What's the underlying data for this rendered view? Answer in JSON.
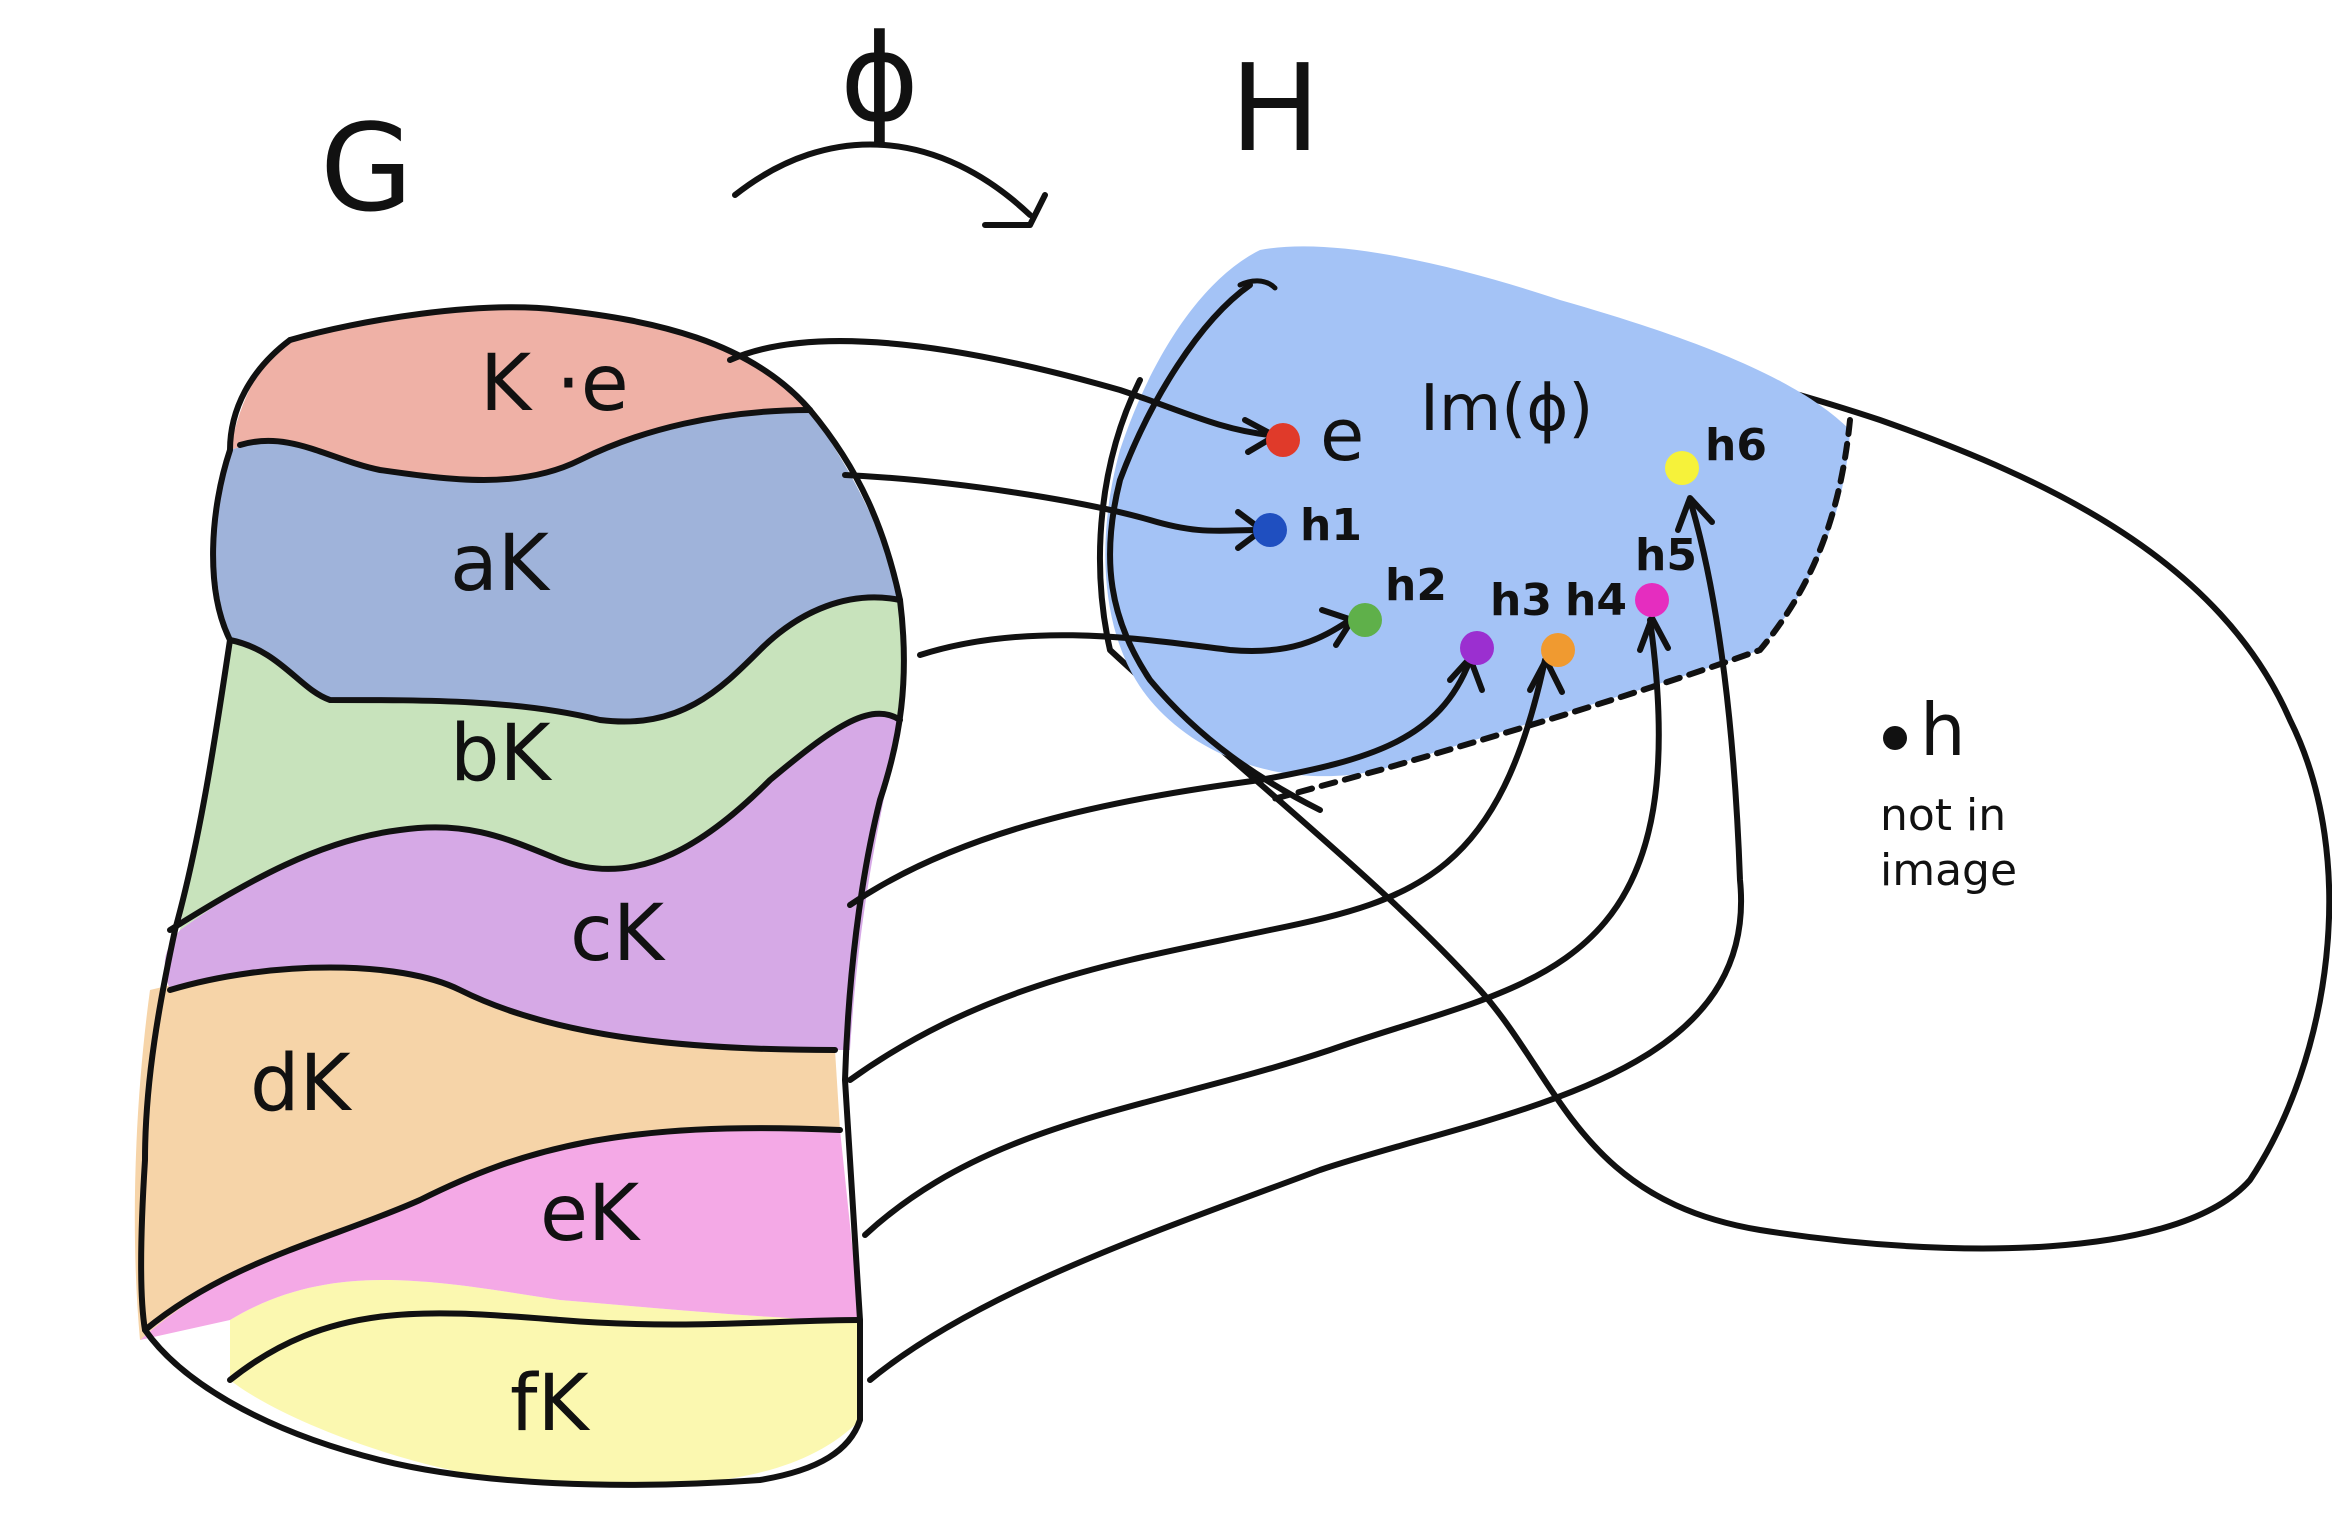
{
  "diagram": {
    "domain_label": "G",
    "map_label": "ϕ",
    "codomain_label": "H",
    "image_label": "Im(ϕ)",
    "cosets": [
      {
        "label": "K ·e",
        "color": "#efb1a6"
      },
      {
        "label": "aK",
        "color": "#9fb3da"
      },
      {
        "label": "bK",
        "color": "#c8e3bc"
      },
      {
        "label": "cK",
        "color": "#d6a9e6"
      },
      {
        "label": "dK",
        "color": "#f6d4a8"
      },
      {
        "label": "eK",
        "color": "#f4a9e6"
      },
      {
        "label": "fK",
        "color": "#fbf8b0"
      }
    ],
    "image_points": [
      {
        "label": "e",
        "color": "#e03a2a"
      },
      {
        "label": "h1",
        "color": "#1f4fc0"
      },
      {
        "label": "h2",
        "color": "#5fb04a"
      },
      {
        "label": "h3",
        "color": "#9b2fd0"
      },
      {
        "label": "h4",
        "color": "#f09a30"
      },
      {
        "label": "h5",
        "color": "#e52dbf"
      },
      {
        "label": "h6",
        "color": "#f6f23a"
      }
    ],
    "outside_point": {
      "label": "h",
      "note_line1": "not in",
      "note_line2": "image"
    },
    "image_region_color": "#a4c3f6"
  }
}
